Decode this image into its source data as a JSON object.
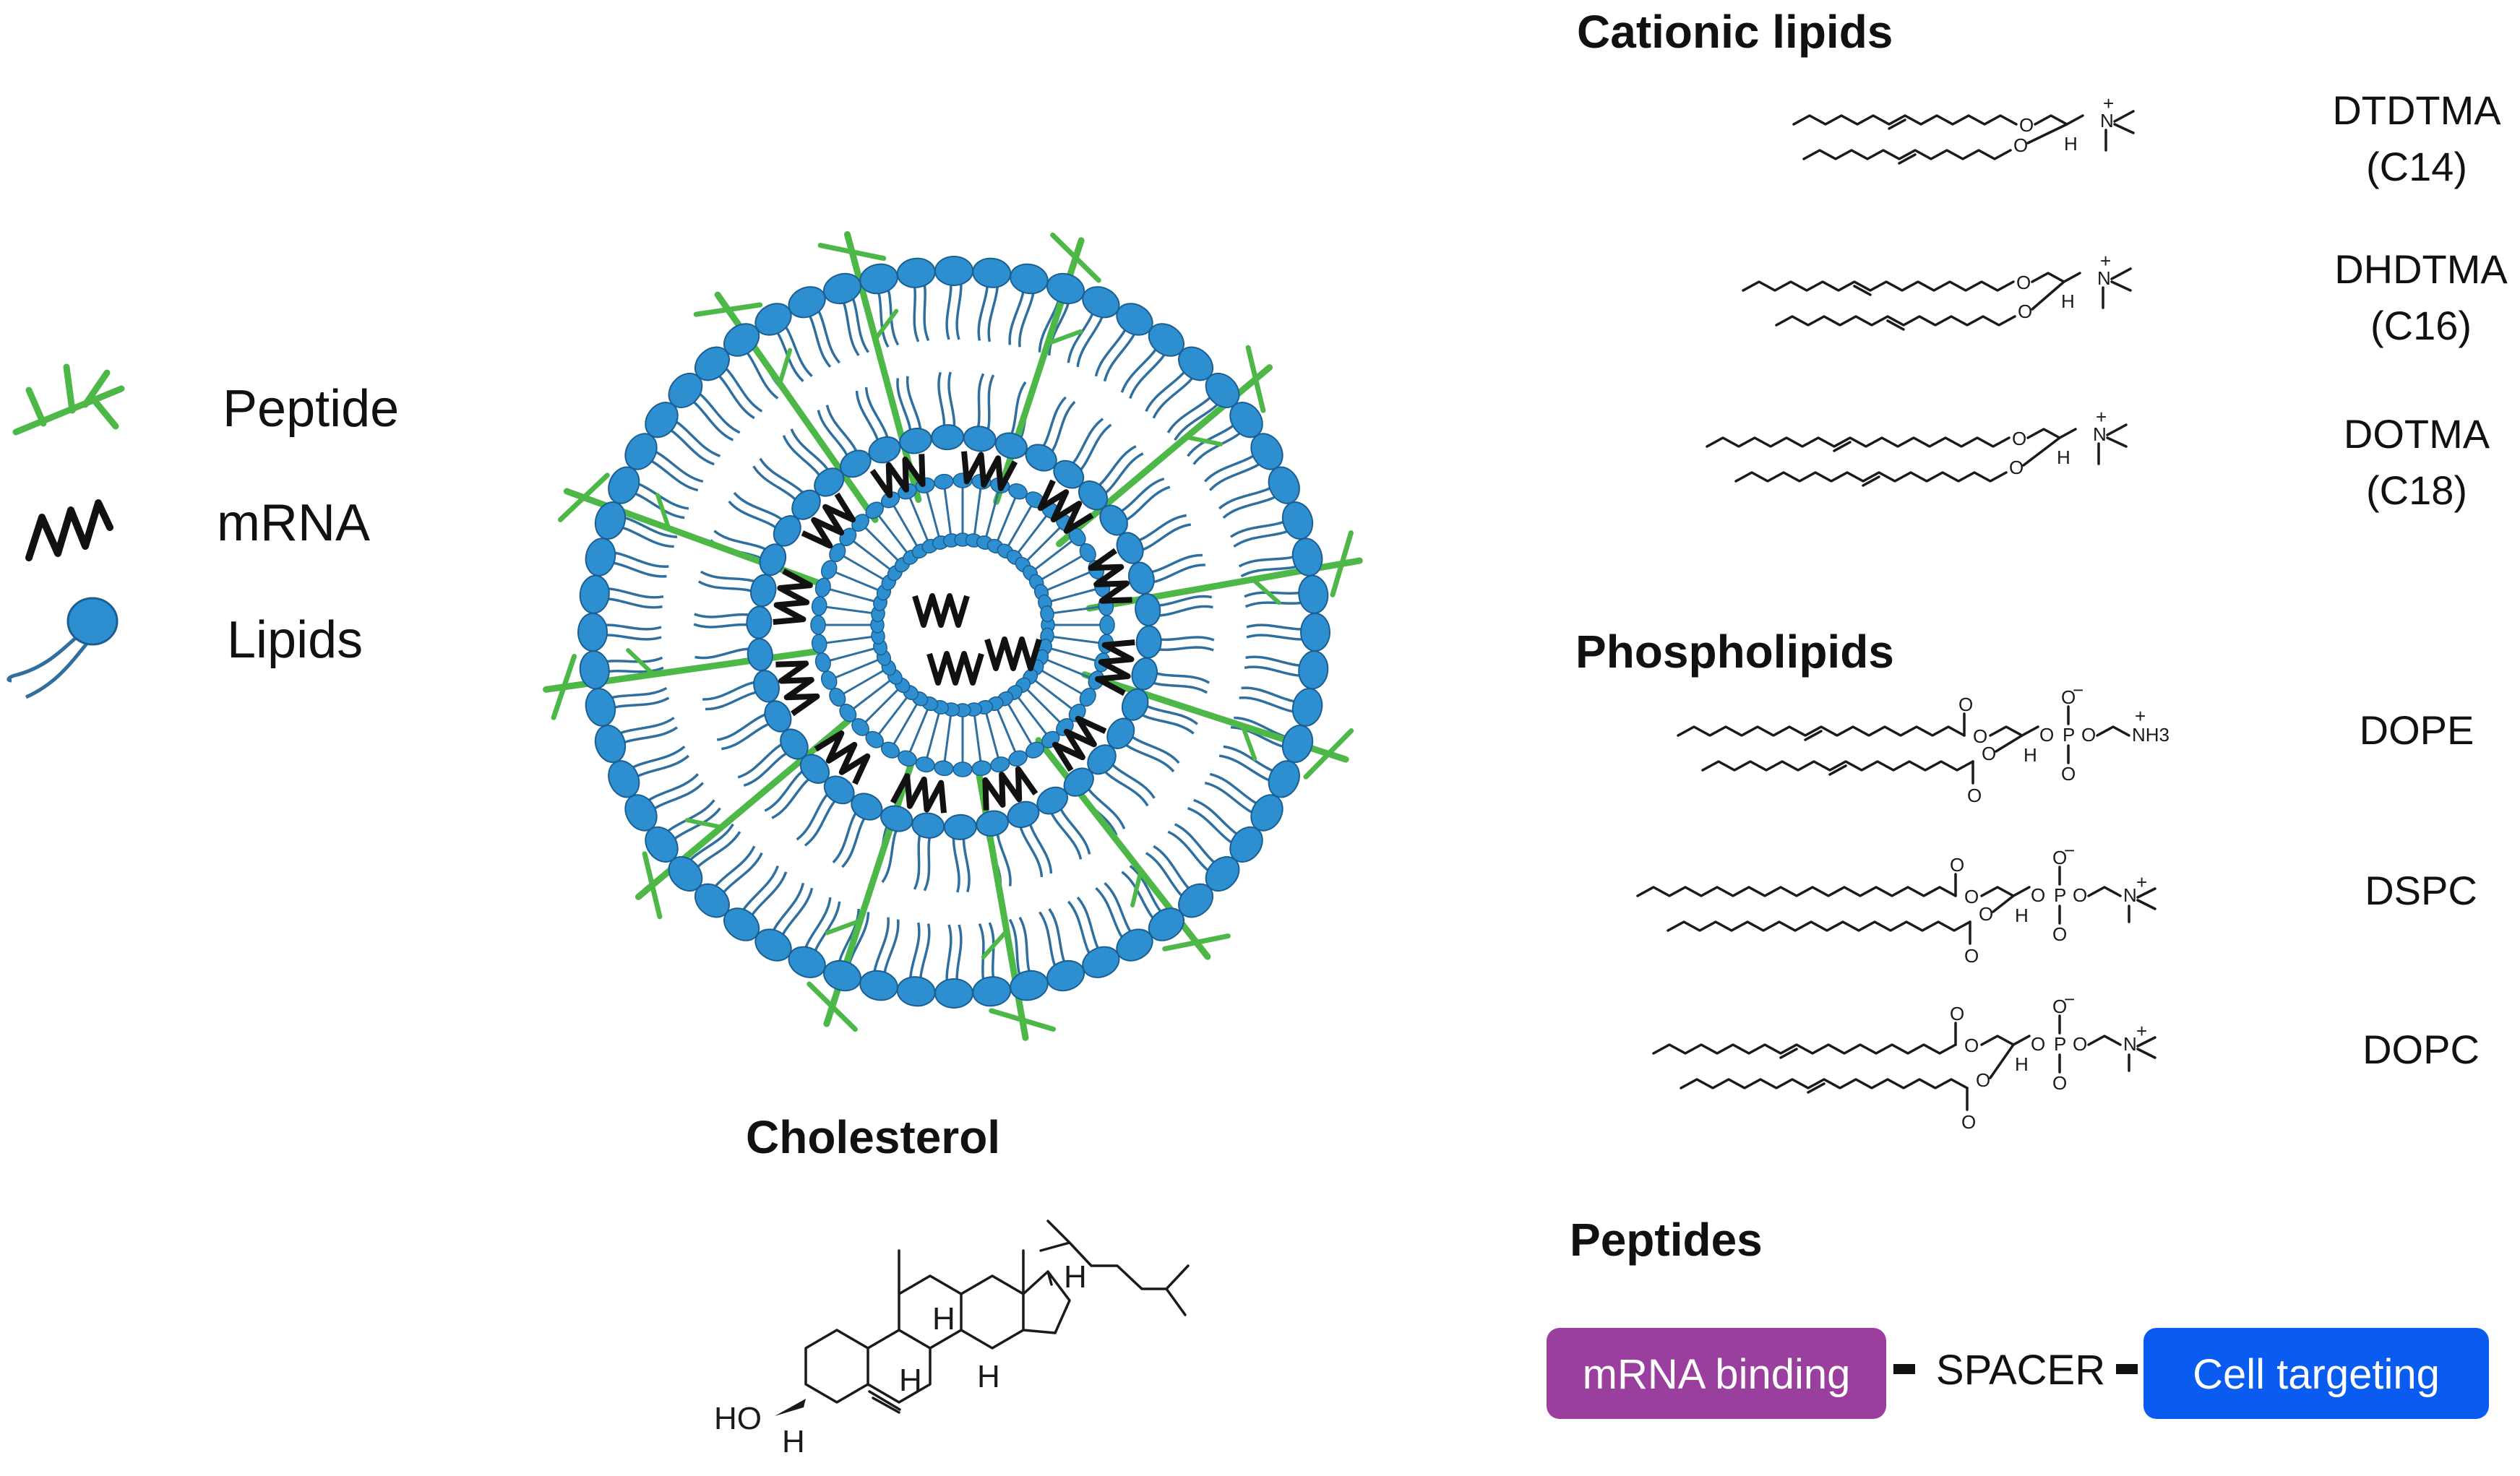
{
  "legend": {
    "peptide": "Peptide",
    "mrna": "mRNA",
    "lipids": "Lipids"
  },
  "sections": {
    "cationic": "Cationic lipids",
    "phospholipids": "Phospholipids",
    "cholesterol": "Cholesterol",
    "peptides": "Peptides"
  },
  "cationic_lipids": [
    {
      "name": "DTDTMA",
      "chain": "(C14)"
    },
    {
      "name": "DHDTMA",
      "chain": "(C16)"
    },
    {
      "name": "DOTMA",
      "chain": "(C18)"
    }
  ],
  "phospholipids": [
    {
      "name": "DOPE"
    },
    {
      "name": "DSPC"
    },
    {
      "name": "DOPC"
    }
  ],
  "peptide_design": {
    "binding": "mRNA binding",
    "spacer": "SPACER",
    "targeting": "Cell targeting"
  },
  "atoms": {
    "O": "O",
    "H": "H",
    "N": "N",
    "P": "P",
    "plus": "+",
    "minus": "−",
    "nh3": "NH3",
    "ho": "HO"
  },
  "colors": {
    "lipid_head": "#2E8FD0",
    "lipid_head_stroke": "#1B5F92",
    "lipid_tail": "#2F6F9F",
    "peptide": "#4DB848",
    "mrna": "#111111",
    "binding_box": "#9B3F9E",
    "targeting_box": "#0A5CF0"
  },
  "icons": [
    "peptide-icon",
    "mrna-icon",
    "lipid-icon"
  ]
}
